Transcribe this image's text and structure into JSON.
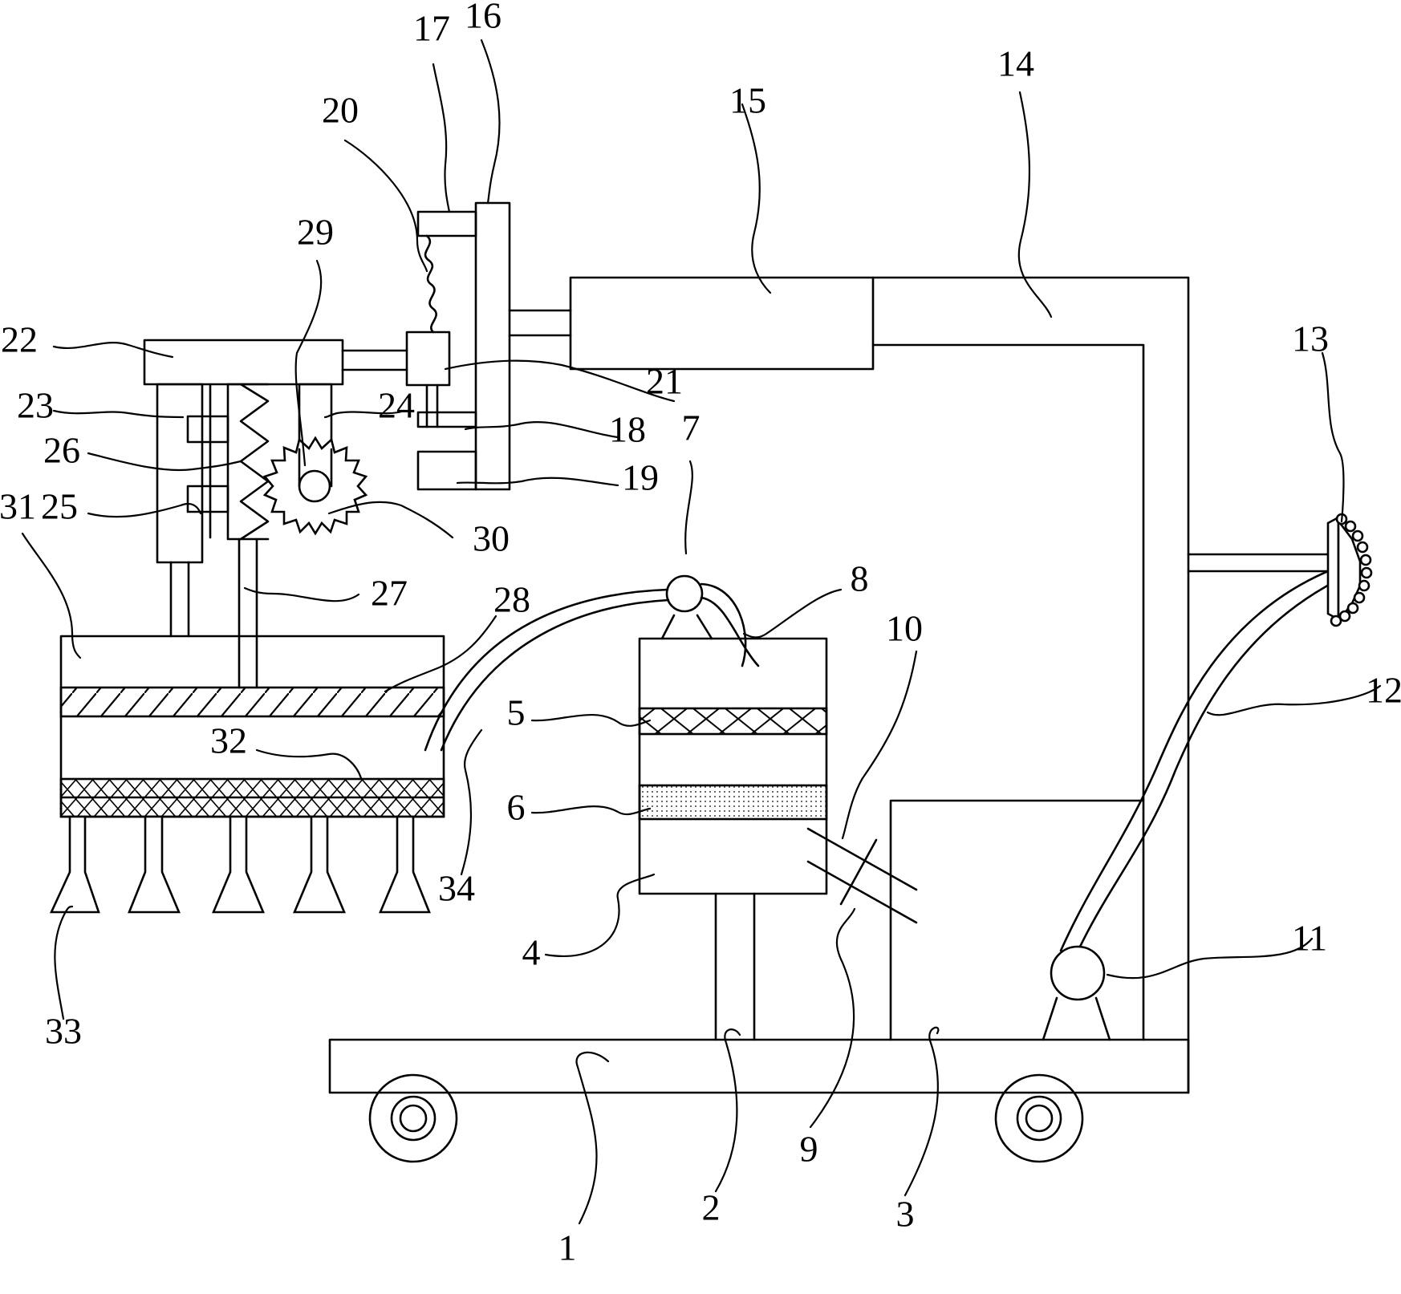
{
  "labels": {
    "l1": "1",
    "l2": "2",
    "l3": "3",
    "l4": "4",
    "l5": "5",
    "l6": "6",
    "l7": "7",
    "l8": "8",
    "l9": "9",
    "l10": "10",
    "l11": "11",
    "l12": "12",
    "l13": "13",
    "l14": "14",
    "l15": "15",
    "l16": "16",
    "l17": "17",
    "l18": "18",
    "l19": "19",
    "l20": "20",
    "l21": "21",
    "l22": "22",
    "l23": "23",
    "l24": "24",
    "l25": "25",
    "l26": "26",
    "l27": "27",
    "l28": "28",
    "l29": "29",
    "l30": "30",
    "l31": "31",
    "l32": "32",
    "l33": "33",
    "l34": "34"
  },
  "colors": {
    "line": "#000000",
    "background": "#ffffff"
  }
}
